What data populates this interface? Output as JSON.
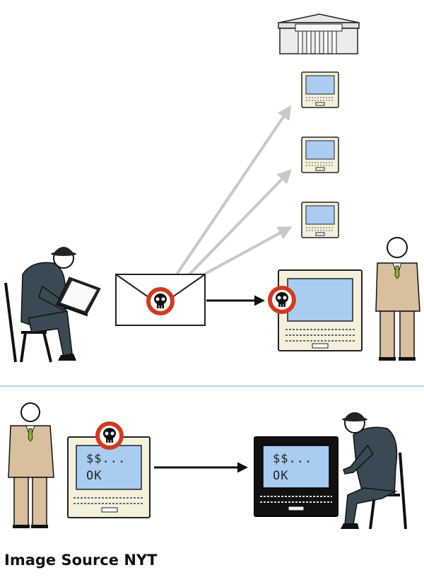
{
  "caption": "Image Source NYT",
  "monitor_screen_text": {
    "victim_line1": "$$...",
    "victim_line2": "OK",
    "attacker_line1": "$$...",
    "attacker_line2": "OK"
  },
  "icons": {
    "malware": "skull-icon",
    "bank": "bank-building-icon",
    "computer": "computer-icon",
    "email": "envelope-icon"
  },
  "colors": {
    "attacker_suit": "#3a4a55",
    "victim_suit": "#d8bf9e",
    "malware_red": "#d23a1e",
    "screen_blue": "#a9cdf0",
    "arrow_gray": "#c8c8c8",
    "tie_green": "#8fb52a",
    "divider": "#b8d8e0"
  }
}
